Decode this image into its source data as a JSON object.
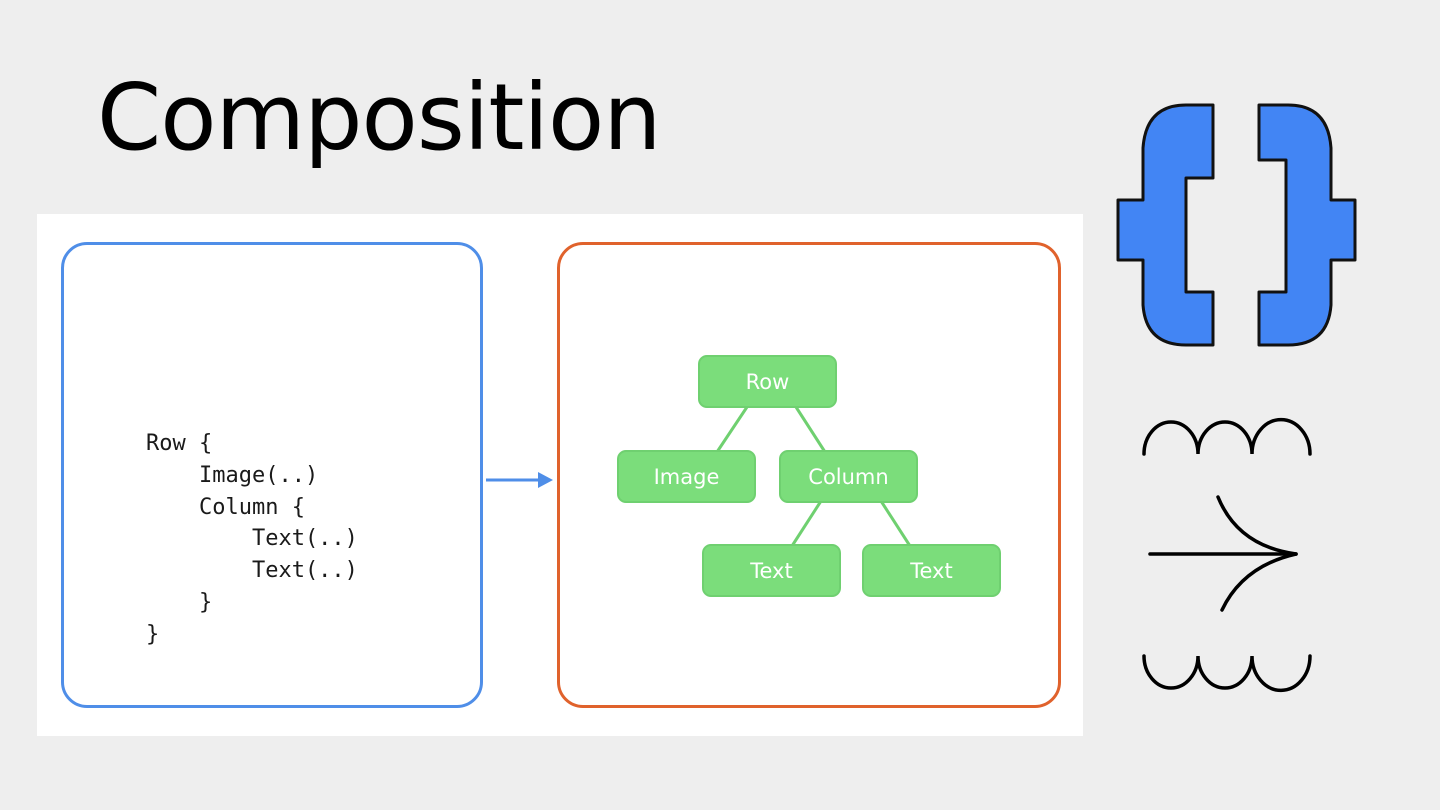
{
  "slide": {
    "title": "Composition"
  },
  "code": {
    "lines": [
      "Row {",
      "    Image(..)",
      "    Column {",
      "        Text(..)",
      "        Text(..)",
      "    }",
      "}"
    ]
  },
  "tree": {
    "nodes": {
      "row": "Row",
      "image": "Image",
      "column": "Column",
      "text_1": "Text",
      "text_2": "Text"
    }
  },
  "icons": {
    "braces": "curly-braces-icon",
    "arrow_glyph": "composition-arrow-icon"
  },
  "colors": {
    "code_border": "#4f8ee8",
    "tree_border": "#e0622c",
    "node_fill": "#7bdd7b",
    "edge": "#6fd070",
    "arrow": "#4f8ee8",
    "braces_fill": "#4285f4"
  }
}
